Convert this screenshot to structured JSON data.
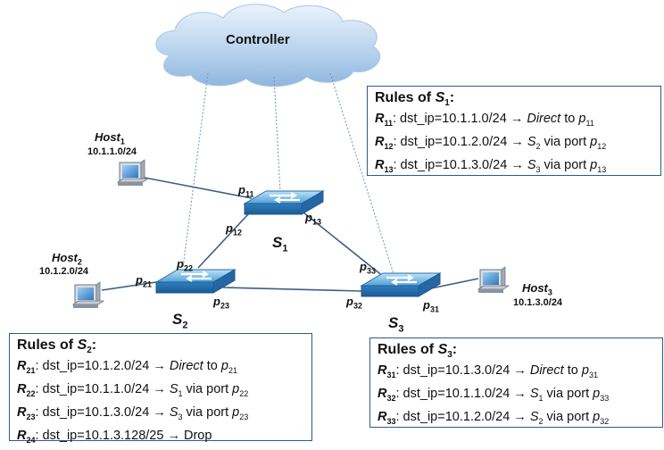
{
  "controller": {
    "label": "Controller"
  },
  "switches": [
    {
      "name": "S",
      "sub": "1"
    },
    {
      "name": "S",
      "sub": "2"
    },
    {
      "name": "S",
      "sub": "3"
    }
  ],
  "hosts": [
    {
      "name": "Host",
      "sub": "1",
      "ip": "10.1.1.0/24"
    },
    {
      "name": "Host",
      "sub": "2",
      "ip": "10.1.2.0/24"
    },
    {
      "name": "Host",
      "sub": "3",
      "ip": "10.1.3.0/24"
    }
  ],
  "ports": [
    {
      "id": "p11",
      "name": "p",
      "sub": "11"
    },
    {
      "id": "p12",
      "name": "p",
      "sub": "12"
    },
    {
      "id": "p13",
      "name": "p",
      "sub": "13"
    },
    {
      "id": "p21",
      "name": "p",
      "sub": "21"
    },
    {
      "id": "p22",
      "name": "p",
      "sub": "22"
    },
    {
      "id": "p23",
      "name": "p",
      "sub": "23"
    },
    {
      "id": "p31",
      "name": "p",
      "sub": "31"
    },
    {
      "id": "p32",
      "name": "p",
      "sub": "32"
    },
    {
      "id": "p33",
      "name": "p",
      "sub": "33"
    }
  ],
  "rules": {
    "s1": {
      "title_prefix": "Rules of ",
      "title_sw": "S",
      "title_sub": "1",
      "title_suffix": ":",
      "rows": [
        {
          "rid": "R",
          "rsub": "11",
          "match": ": dst_ip=10.1.1.0/24",
          "arrow": "→",
          "action": "Direct",
          "via": " to ",
          "port": "p",
          "psub": "11"
        },
        {
          "rid": "R",
          "rsub": "12",
          "match": ": dst_ip=10.1.2.0/24",
          "arrow": "→",
          "action": "S",
          "asub": "2",
          "via": " via port ",
          "port": "p",
          "psub": "12"
        },
        {
          "rid": "R",
          "rsub": "13",
          "match": ": dst_ip=10.1.3.0/24",
          "arrow": "→",
          "action": "S",
          "asub": "3",
          "via": " via port ",
          "port": "p",
          "psub": "13"
        }
      ]
    },
    "s2": {
      "title_prefix": "Rules of ",
      "title_sw": "S",
      "title_sub": "2",
      "title_suffix": ":",
      "rows": [
        {
          "rid": "R",
          "rsub": "21",
          "match": ": dst_ip=10.1.2.0/24",
          "arrow": "→",
          "action": "Direct",
          "via": " to ",
          "port": "p",
          "psub": "21"
        },
        {
          "rid": "R",
          "rsub": "22",
          "match": ": dst_ip=10.1.1.0/24",
          "arrow": "→",
          "action": "S",
          "asub": "1",
          "via": " via port ",
          "port": "p",
          "psub": "22"
        },
        {
          "rid": "R",
          "rsub": "23",
          "match": ": dst_ip=10.1.3.0/24",
          "arrow": "→",
          "action": "S",
          "asub": "3",
          "via": " via port ",
          "port": "p",
          "psub": "23"
        },
        {
          "rid": "R",
          "rsub": "24",
          "match": ": dst_ip=10.1.3.128/25",
          "arrow": "→",
          "plain": " Drop"
        }
      ]
    },
    "s3": {
      "title_prefix": "Rules of ",
      "title_sw": "S",
      "title_sub": "3",
      "title_suffix": ":",
      "rows": [
        {
          "rid": "R",
          "rsub": "31",
          "match": ": dst_ip=10.1.3.0/24",
          "arrow": "→",
          "action": "Direct",
          "via": " to ",
          "port": "p",
          "psub": "31"
        },
        {
          "rid": "R",
          "rsub": "32",
          "match": ": dst_ip=10.1.1.0/24",
          "arrow": "→",
          "action": "S",
          "asub": "1",
          "via": " via port ",
          "port": "p",
          "psub": "33"
        },
        {
          "rid": "R",
          "rsub": "33",
          "match": ": dst_ip=10.1.2.0/24",
          "arrow": "→",
          "action": "S",
          "asub": "2",
          "via": " via port ",
          "port": "p",
          "psub": "32"
        }
      ]
    }
  }
}
